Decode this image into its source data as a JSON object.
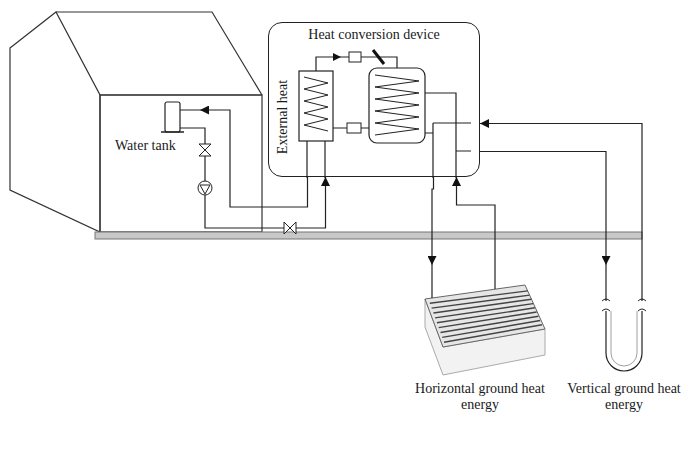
{
  "diagram": {
    "nodes": [
      {
        "text": [
          "Heat conversion device",
          "External heat"
        ]
      },
      {
        "text": [
          "Water tank"
        ]
      },
      {
        "text": [
          "Horizontal ground heat energy"
        ]
      },
      {
        "text": [
          "Vertical ground heat energy"
        ]
      }
    ],
    "edges": [
      {
        "from": 1,
        "to": 0,
        "arrow": "to"
      },
      {
        "from": 0,
        "to": 1,
        "arrow": "to"
      },
      {
        "from": 0,
        "to": 2,
        "arrow": "to"
      },
      {
        "from": 2,
        "to": 0,
        "arrow": "to"
      },
      {
        "from": 0,
        "to": 3,
        "arrow": "to"
      },
      {
        "from": 3,
        "to": 0,
        "arrow": "to"
      }
    ]
  }
}
